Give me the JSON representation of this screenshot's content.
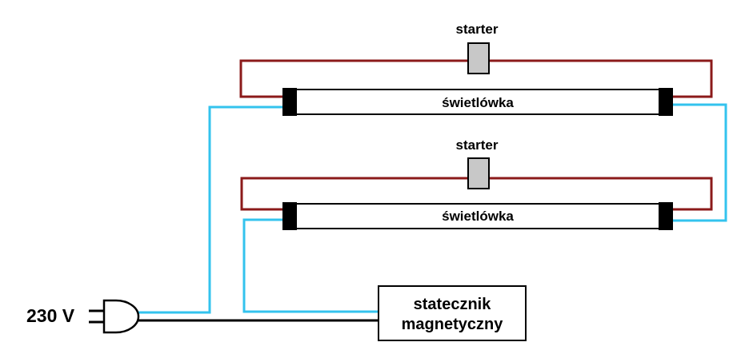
{
  "labels": {
    "starter_top": "starter",
    "starter_bottom": "starter",
    "tube_top": "świetlówka",
    "tube_bottom": "świetlówka",
    "voltage": "230 V",
    "ballast_line1": "statecznik",
    "ballast_line2": "magnetyczny"
  },
  "colors": {
    "starter_wire": "#8b1a1a",
    "supply_wire": "#33c3ee",
    "neutral_wire": "#000000",
    "starter_fill": "#c8c8c8",
    "tube_fill": "#ffffff",
    "electrode_fill": "#000000"
  },
  "icons": {
    "plug": "plug-icon"
  }
}
